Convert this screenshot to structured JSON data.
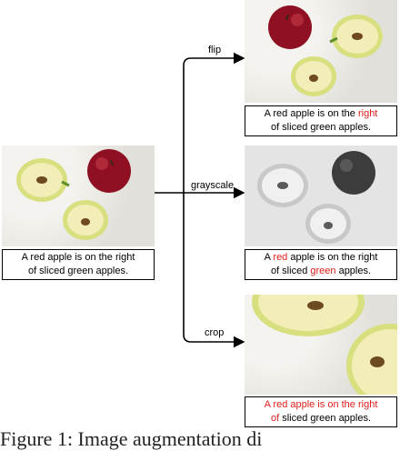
{
  "operations": {
    "flip": "flip",
    "grayscale": "grayscale",
    "crop": "crop"
  },
  "captions": {
    "original": {
      "line1": "A red apple is on the right",
      "line2": "of sliced green apples."
    },
    "flip": {
      "line1_a": "A red apple is on the ",
      "line1_b": "right",
      "line2": "of sliced green apples."
    },
    "grayscale": {
      "line1_a": "A ",
      "line1_b": "red",
      "line1_c": " apple is on the right",
      "line2_a": "of sliced ",
      "line2_b": "green",
      "line2_c": " apples."
    },
    "crop": {
      "line1": "A red apple is on the right",
      "line2_a": "of",
      "line2_b": " sliced green apples."
    }
  },
  "figure_caption": "Figure 1:   Image augmentation di",
  "colors": {
    "highlight": "#e0201c",
    "arrow": "#000000"
  }
}
